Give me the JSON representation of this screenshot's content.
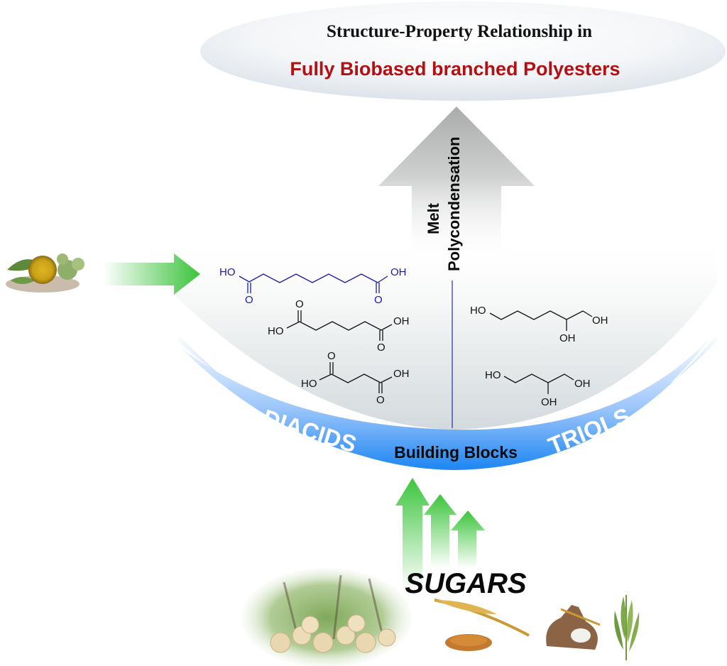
{
  "title": {
    "line1": "Structure-Property Relationship in",
    "line2": "Fully Biobased branched Polyesters"
  },
  "process": {
    "label_line1": "Melt",
    "label_line2": "Polycondensation"
  },
  "band": {
    "left_label": "DIACIDS",
    "center_label": "Building Blocks",
    "right_label": "TRIOLS"
  },
  "sources": {
    "left_image": "castor-oil-plant-image",
    "bottom_label": "SUGARS",
    "bottom_images": [
      "forest-logs-image",
      "wheat-grains-image",
      "flour-sack-image",
      "green-wheat-image"
    ]
  },
  "diacids": [
    {
      "name": "sebacic acid",
      "color": "#1a1aa6",
      "labels": {
        "ho": "HO",
        "oh": "OH",
        "o_left": "O",
        "o_right": "O"
      }
    },
    {
      "name": "adipic acid",
      "color": "#111111",
      "labels": {
        "ho": "HO",
        "oh": "OH",
        "o_left": "O",
        "o_right": "O"
      }
    },
    {
      "name": "succinic acid",
      "color": "#111111",
      "labels": {
        "ho": "HO",
        "oh": "OH",
        "o_left": "O",
        "o_right": "O"
      }
    }
  ],
  "triols": [
    {
      "name": "1,2,6-hexanetriol",
      "labels": {
        "ho": "HO",
        "oh_end": "OH",
        "oh_branch": "OH"
      }
    },
    {
      "name": "1,2,4-butanetriol",
      "labels": {
        "ho": "HO",
        "oh_end": "OH",
        "oh_branch": "OH"
      }
    }
  ],
  "colors": {
    "title_red": "#b40f12",
    "band_blue": "#2f8ef5",
    "arrow_green": "#3cc43c",
    "arrow_gray": "#b9bcbc"
  }
}
